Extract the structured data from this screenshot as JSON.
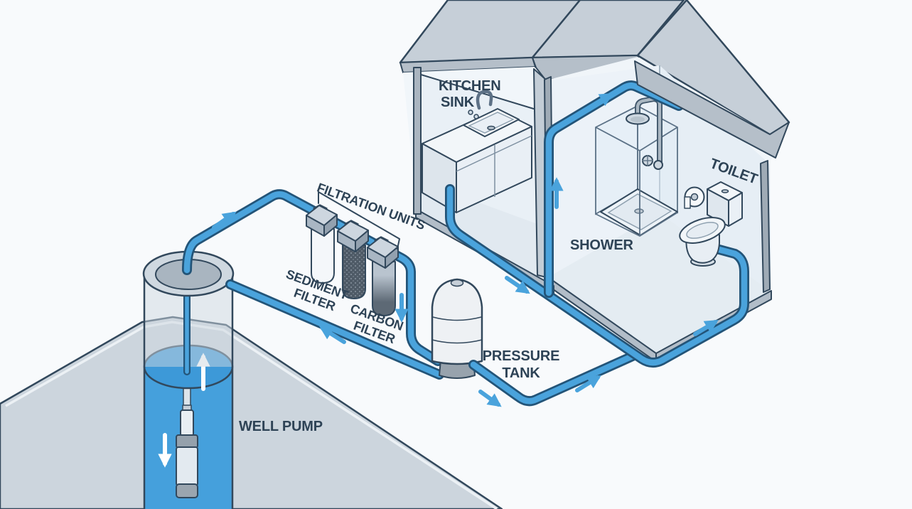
{
  "diagram": {
    "title_present": false,
    "labels": {
      "kitchen_sink": {
        "line1": "KITCHEN",
        "line2": "SINK"
      },
      "filtration_units": "FILTRATION UNITS",
      "sediment_filter": {
        "line1": "SEDIMENT",
        "line2": "FILTER"
      },
      "carbon_filter": {
        "line1": "CARBON",
        "line2": "FILTER"
      },
      "pressure_tank": {
        "line1": "PRESSURE",
        "line2": "TANK"
      },
      "well_pump": "WELL PUMP",
      "shower": "SHOWER",
      "toilet": "TOILET"
    },
    "colors": {
      "background": "#f8fafc",
      "pipe": "#4aa3dc",
      "pipe_outline": "#235478",
      "water": "#45a0dc",
      "water_surface": "#3d99d8",
      "arrow": "#4aa3dc",
      "arrow_white": "#ffffff",
      "label": "#2e4356",
      "outline": "#32485c",
      "ground": "#ccd5dd",
      "roof": "#c6cfd8"
    }
  }
}
